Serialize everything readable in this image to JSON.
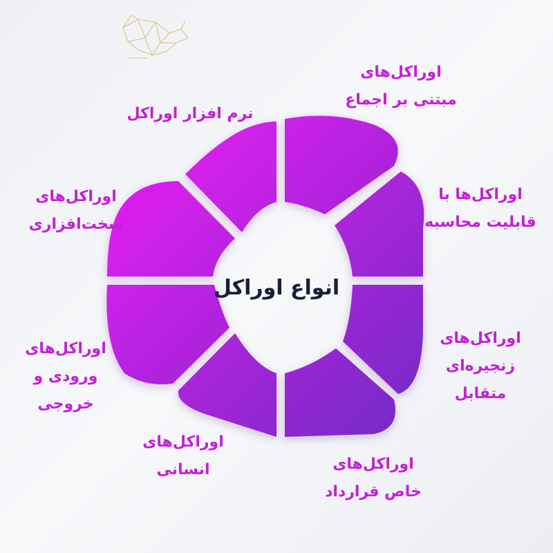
{
  "center_title": "انواع اوراکل",
  "colors": {
    "segment_top_left": "#f01cf6",
    "segment_bottom_right": "#6f2cc4",
    "label_text": "#c41fd6",
    "center_text": "#1c1d3a",
    "logo_stroke": "#e0c992"
  },
  "segments": [
    {
      "id": "consensus",
      "lines": [
        "اوراکل‌های",
        "مبتنی بر اجماع"
      ]
    },
    {
      "id": "computation",
      "lines": [
        "اوراکل‌ها با",
        "قابلیت محاسبه"
      ]
    },
    {
      "id": "cross-chain",
      "lines": [
        "اوراکل‌های",
        "زنجیره‌ای",
        "متقابل"
      ]
    },
    {
      "id": "contract-specific",
      "lines": [
        "اوراکل‌های",
        "خاص قرارداد"
      ]
    },
    {
      "id": "human",
      "lines": [
        "اوراکل‌های",
        "انسانی"
      ]
    },
    {
      "id": "input-output",
      "lines": [
        "اوراکل‌های",
        "ورودی و",
        "خروجی"
      ]
    },
    {
      "id": "hardware",
      "lines": [
        "اوراکل‌های",
        "سخت‌افزاری"
      ]
    },
    {
      "id": "software",
      "lines": [
        "نرم افزار اوراکل"
      ]
    }
  ],
  "logo": {
    "icon": "geometric-bull-logo"
  }
}
